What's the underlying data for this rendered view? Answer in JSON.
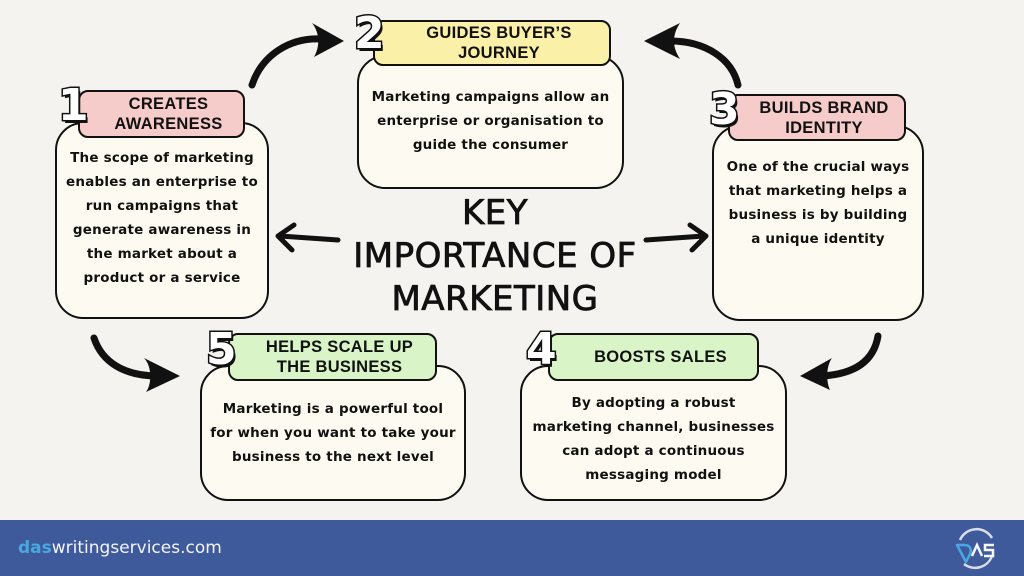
{
  "title": {
    "line1": "KEY",
    "line2": "IMPORTANCE OF",
    "line3": "MARKETING"
  },
  "cards": [
    {
      "number": "1",
      "heading_line1": "CREATES",
      "heading_line2": "AWARENESS",
      "header_color": "#f6cccb",
      "body": "The scope of marketing enables an enterprise to run campaigns that generate awareness in the market about a product or a service"
    },
    {
      "number": "2",
      "heading_line1": "GUIDES BUYER’S",
      "heading_line2": "JOURNEY",
      "header_color": "#faf0a8",
      "body": "Marketing campaigns allow an enterprise or organisation to guide the consumer"
    },
    {
      "number": "3",
      "heading_line1": "BUILDS BRAND",
      "heading_line2": "IDENTITY",
      "header_color": "#f6cccb",
      "body": "One of the crucial ways that marketing helps a business is by building a unique identity"
    },
    {
      "number": "4",
      "heading_line1": "BOOSTS SALES",
      "heading_line2": "",
      "header_color": "#d9f5c7",
      "body": "By adopting a robust marketing channel, businesses can adopt a continuous messaging model"
    },
    {
      "number": "5",
      "heading_line1": "HELPS SCALE UP",
      "heading_line2": "THE BUSINESS",
      "header_color": "#d9f5c7",
      "body": "Marketing is a powerful tool for when you want to take your business to the next level"
    }
  ],
  "arrows": [
    {
      "from": "1",
      "to": "2",
      "icon": "curved-arrow-icon"
    },
    {
      "from": "3",
      "to": "2",
      "icon": "curved-arrow-icon"
    },
    {
      "from": "3",
      "to": "4",
      "icon": "curved-arrow-icon"
    },
    {
      "from": "1",
      "to": "5",
      "icon": "curved-arrow-icon"
    },
    {
      "from": "center",
      "to": "1",
      "icon": "arrow-left-icon"
    },
    {
      "from": "center",
      "to": "3",
      "icon": "arrow-right-icon"
    }
  ],
  "footer": {
    "brand_accent": "das",
    "brand_rest": "writingservices.com",
    "logo_text": "DAS",
    "background": "#3f5a9a",
    "accent_color": "#4aa8e0"
  }
}
